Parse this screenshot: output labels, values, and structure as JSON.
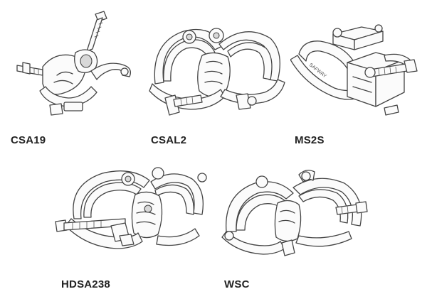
{
  "products": [
    {
      "code": "CSA19",
      "icon": "scaffold-coupler-csa19-drawing"
    },
    {
      "code": "CSAL2",
      "icon": "scaffold-coupler-csal2-drawing"
    },
    {
      "code": "MS2S",
      "icon": "scaffold-coupler-ms2s-drawing",
      "stamp": "SAFWAY"
    },
    {
      "code": "HDSA238",
      "icon": "scaffold-coupler-hdsa238-drawing"
    },
    {
      "code": "WSC",
      "icon": "scaffold-coupler-wsc-drawing"
    }
  ]
}
